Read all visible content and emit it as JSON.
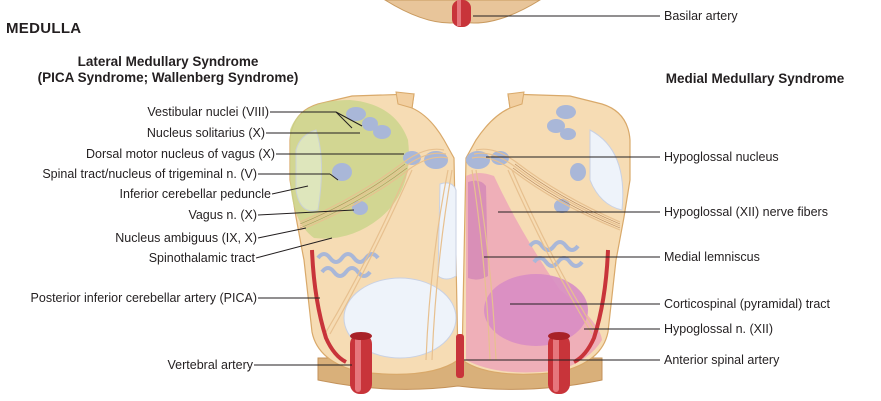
{
  "section_title": "MEDULLA",
  "left_title": {
    "line1": "Lateral Medullary Syndrome",
    "line2": "(PICA Syndrome; Wallenberg Syndrome)"
  },
  "right_title": "Medial Medullary Syndrome",
  "left_labels": [
    "Vestibular nuclei (VIII)",
    "Nucleus solitarius (X)",
    "Dorsal motor nucleus of vagus (X)",
    "Spinal tract/nucleus of trigeminal n. (V)",
    "Inferior cerebellar peduncle",
    "Vagus n. (X)",
    "Nucleus ambiguus (IX, X)",
    "Spinothalamic tract",
    "Posterior inferior cerebellar artery (PICA)",
    "Vertebral artery"
  ],
  "right_labels": [
    "Basilar artery",
    "Hypoglossal nucleus",
    "Hypoglossal (XII) nerve fibers",
    "Medial lemniscus",
    "Corticospinal (pyramidal) tract",
    "Hypoglossal n. (XII)",
    "Anterior spinal artery"
  ],
  "colors": {
    "tissue": "#f6dcb4",
    "tissue_edge": "#d9a96a",
    "lateral_lesion": "#c9d489",
    "medial_lesion": "#eeaab8",
    "nuclei": "#a9b7d8",
    "white_matter": "#eef3fa",
    "artery": "#c8343a",
    "leader_line": "#231f20"
  }
}
